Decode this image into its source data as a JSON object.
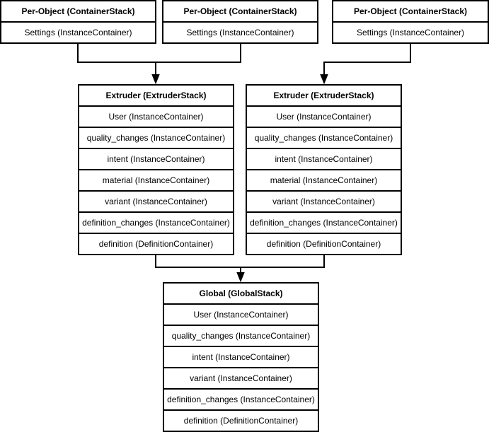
{
  "diagram": {
    "description": "Container stack hierarchy diagram",
    "colors": {
      "background": "#ffffff",
      "line": "#000000",
      "text": "#000000"
    },
    "stacks": {
      "per_object_1": {
        "title": "Per-Object (ContainerStack)",
        "rows": [
          "Settings (InstanceContainer)"
        ]
      },
      "per_object_2": {
        "title": "Per-Object (ContainerStack)",
        "rows": [
          "Settings (InstanceContainer)"
        ]
      },
      "per_object_3": {
        "title": "Per-Object (ContainerStack)",
        "rows": [
          "Settings (InstanceContainer)"
        ]
      },
      "extruder_1": {
        "title": "Extruder (ExtruderStack)",
        "rows": [
          "User (InstanceContainer)",
          "quality_changes (InstanceContainer)",
          "intent (InstanceContainer)",
          "material (InstanceContainer)",
          "variant (InstanceContainer)",
          "definition_changes (InstanceContainer)",
          "definition (DefinitionContainer)"
        ]
      },
      "extruder_2": {
        "title": "Extruder (ExtruderStack)",
        "rows": [
          "User (InstanceContainer)",
          "quality_changes (InstanceContainer)",
          "intent (InstanceContainer)",
          "material (InstanceContainer)",
          "variant (InstanceContainer)",
          "definition_changes (InstanceContainer)",
          "definition (DefinitionContainer)"
        ]
      },
      "global": {
        "title": "Global (GlobalStack)",
        "rows": [
          "User (InstanceContainer)",
          "quality_changes (InstanceContainer)",
          "intent (InstanceContainer)",
          "variant (InstanceContainer)",
          "definition_changes (InstanceContainer)",
          "definition (DefinitionContainer)"
        ]
      }
    }
  }
}
